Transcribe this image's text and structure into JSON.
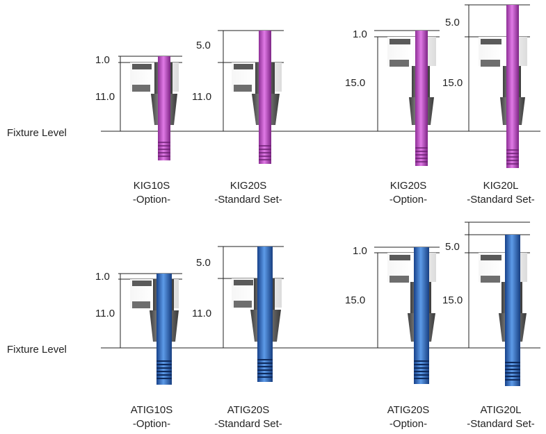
{
  "fixture_level_label": "Fixture Level",
  "colors": {
    "pink_screw": "#c04fc6",
    "blue_screw": "#2e64b8",
    "body_metal": "#5b5b5b",
    "body_light": "#e9e9e9"
  },
  "rows": [
    {
      "screw_color": "pink",
      "items": [
        {
          "name": "KIG10S",
          "set": "-Option-",
          "top_dim": "1.0",
          "side_dim": "11.0"
        },
        {
          "name": "KIG20S",
          "set": "-Standard Set-",
          "top_dim": "5.0",
          "side_dim": "11.0"
        },
        {
          "name": "KIG20S",
          "set": "-Option-",
          "top_dim": "1.0",
          "side_dim": "15.0"
        },
        {
          "name": "KIG20L",
          "set": "-Standard Set-",
          "top_dim": "5.0",
          "side_dim": "15.0"
        }
      ]
    },
    {
      "screw_color": "blue",
      "items": [
        {
          "name": "ATIG10S",
          "set": "-Option-",
          "top_dim": "1.0",
          "side_dim": "11.0"
        },
        {
          "name": "ATIG20S",
          "set": "-Standard Set-",
          "top_dim": "5.0",
          "side_dim": "11.0"
        },
        {
          "name": "ATIG20S",
          "set": "-Option-",
          "top_dim": "1.0",
          "side_dim": "15.0"
        },
        {
          "name": "ATIG20L",
          "set": "-Standard Set-",
          "top_dim": "5.0",
          "side_dim": "15.0"
        }
      ]
    }
  ]
}
